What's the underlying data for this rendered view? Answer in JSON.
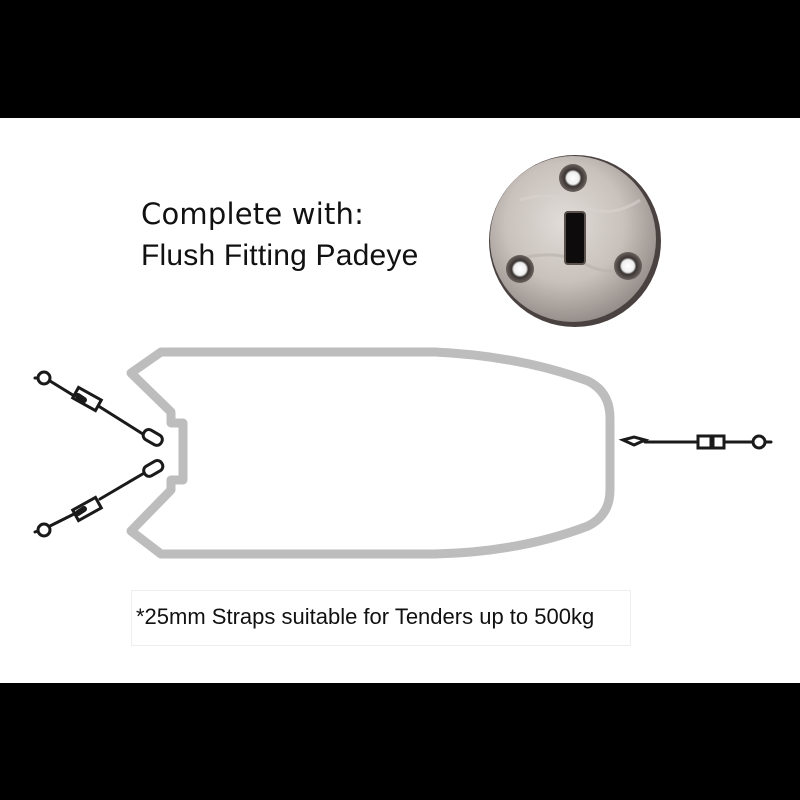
{
  "heading": {
    "line1": "Complete with:",
    "line2": "Flush Fitting Padeye"
  },
  "note": "*25mm Straps suitable for Tenders up to 500kg",
  "colors": {
    "background": "#ffffff",
    "frame": "#000000",
    "hull_outline": "#b9b9b9",
    "strap": "#1a1a1a",
    "padeye_steel": "#c9c2bd"
  },
  "icons": [
    "padeye-plate-icon",
    "tender-hull-outline",
    "strap-icon"
  ]
}
